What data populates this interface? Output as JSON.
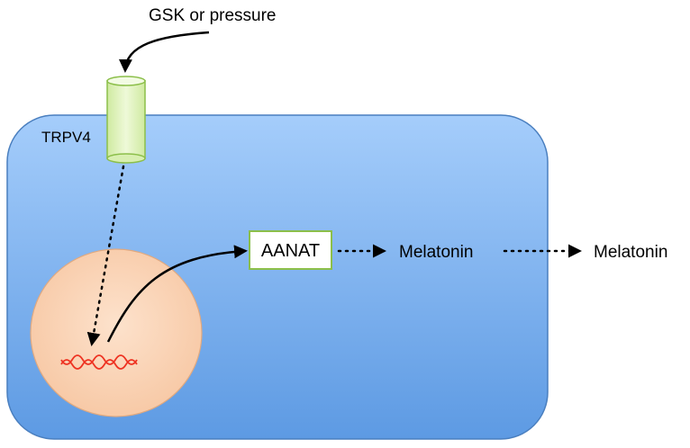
{
  "stimulus": {
    "label": "GSK or pressure"
  },
  "channel": {
    "label": "TRPV4"
  },
  "enzyme": {
    "label": "AANAT"
  },
  "product_intracellular": {
    "label": "Melatonin"
  },
  "product_secreted": {
    "label": "Melatonin"
  },
  "colors": {
    "cell_fill_top": "#a5cdfb",
    "cell_fill_bottom": "#5d9ae3",
    "cell_stroke": "#4a7fbf",
    "nucleus_fill": "#fbd3b4",
    "nucleus_stroke": "#e0a980",
    "channel_fill": "#e3f5c1",
    "channel_stroke": "#8cbf4a",
    "enzyme_box_stroke": "#8cbf4a",
    "dna": "#ee3322",
    "arrow": "#000000"
  }
}
